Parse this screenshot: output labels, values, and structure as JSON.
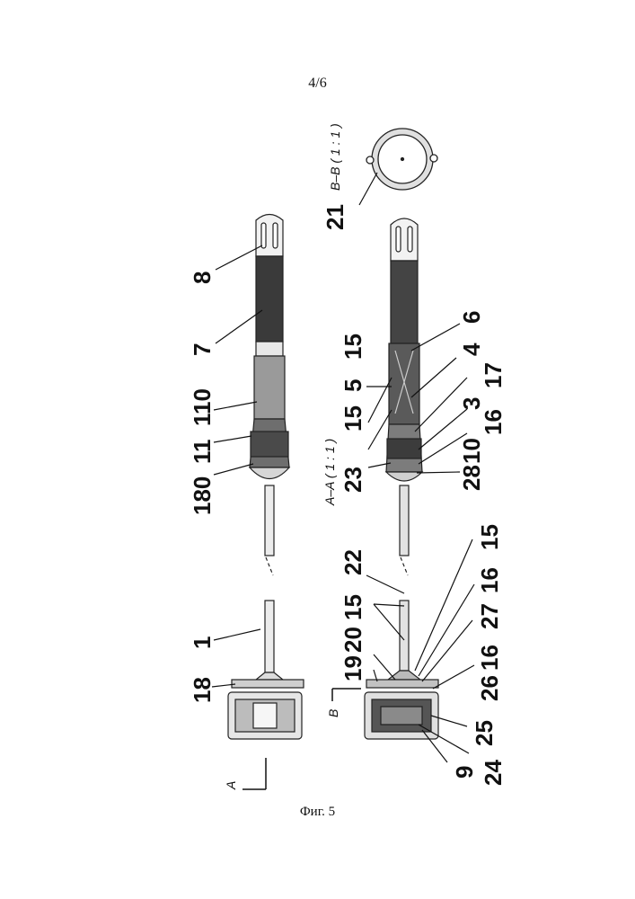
{
  "page_number": "4/6",
  "figure_caption": "Фиг. 5",
  "section_labels": {
    "a_a": "A–A ( 1 : 1 )",
    "b_b": "B–B ( 1 : 1 )",
    "a_mark": "A",
    "b_mark": "B"
  },
  "leaders": {
    "top": {
      "l8": "8",
      "l7": "7",
      "l110": "110",
      "l11": "11",
      "l180": "180",
      "l1": "1",
      "l18": "18"
    },
    "bottom": {
      "l21": "21",
      "l6": "6",
      "l15a": "15",
      "l4": "4",
      "l5": "5",
      "l17": "17",
      "l15b": "15",
      "l3": "3",
      "l16a": "16",
      "l10": "10",
      "l23": "23",
      "l28": "28",
      "l22": "22",
      "l15c": "15",
      "l16b": "16",
      "l15d": "15",
      "l20": "20",
      "l27": "27",
      "l19": "19",
      "l16c": "16",
      "l26": "26",
      "l25": "25",
      "l24": "24",
      "l9": "9"
    }
  }
}
